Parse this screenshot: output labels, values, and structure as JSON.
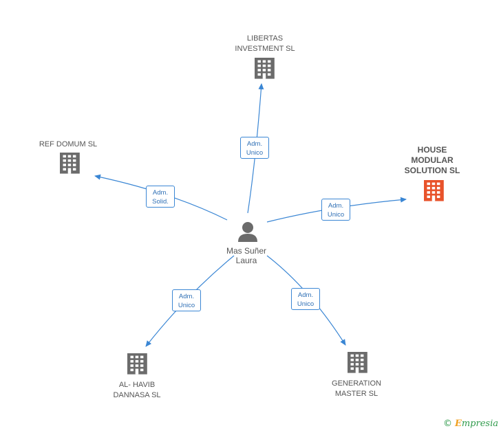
{
  "center": {
    "name": "Mas Suñer\nLaura"
  },
  "companies": {
    "libertas": "LIBERTAS\nINVESTMENT SL",
    "ref_domum": "REF DOMUM SL",
    "house_modular": "HOUSE\nMODULAR\nSOLUTION  SL",
    "al_havib": "AL- HAVIB\nDANNASA  SL",
    "generation": "GENERATION\nMASTER SL"
  },
  "relations": {
    "libertas": "Adm.\nUnico",
    "ref_domum": "Adm.\nSolid.",
    "house_modular": "Adm.\nUnico",
    "al_havib": "Adm.\nUnico",
    "generation": "Adm.\nUnico"
  },
  "colors": {
    "edge": "#3a86d4",
    "building": "#6b6b6b",
    "highlight": "#e8532b",
    "person": "#6b6b6b"
  },
  "watermark": {
    "copyright": "©",
    "brand_first": "E",
    "brand_rest": "mpresia"
  }
}
